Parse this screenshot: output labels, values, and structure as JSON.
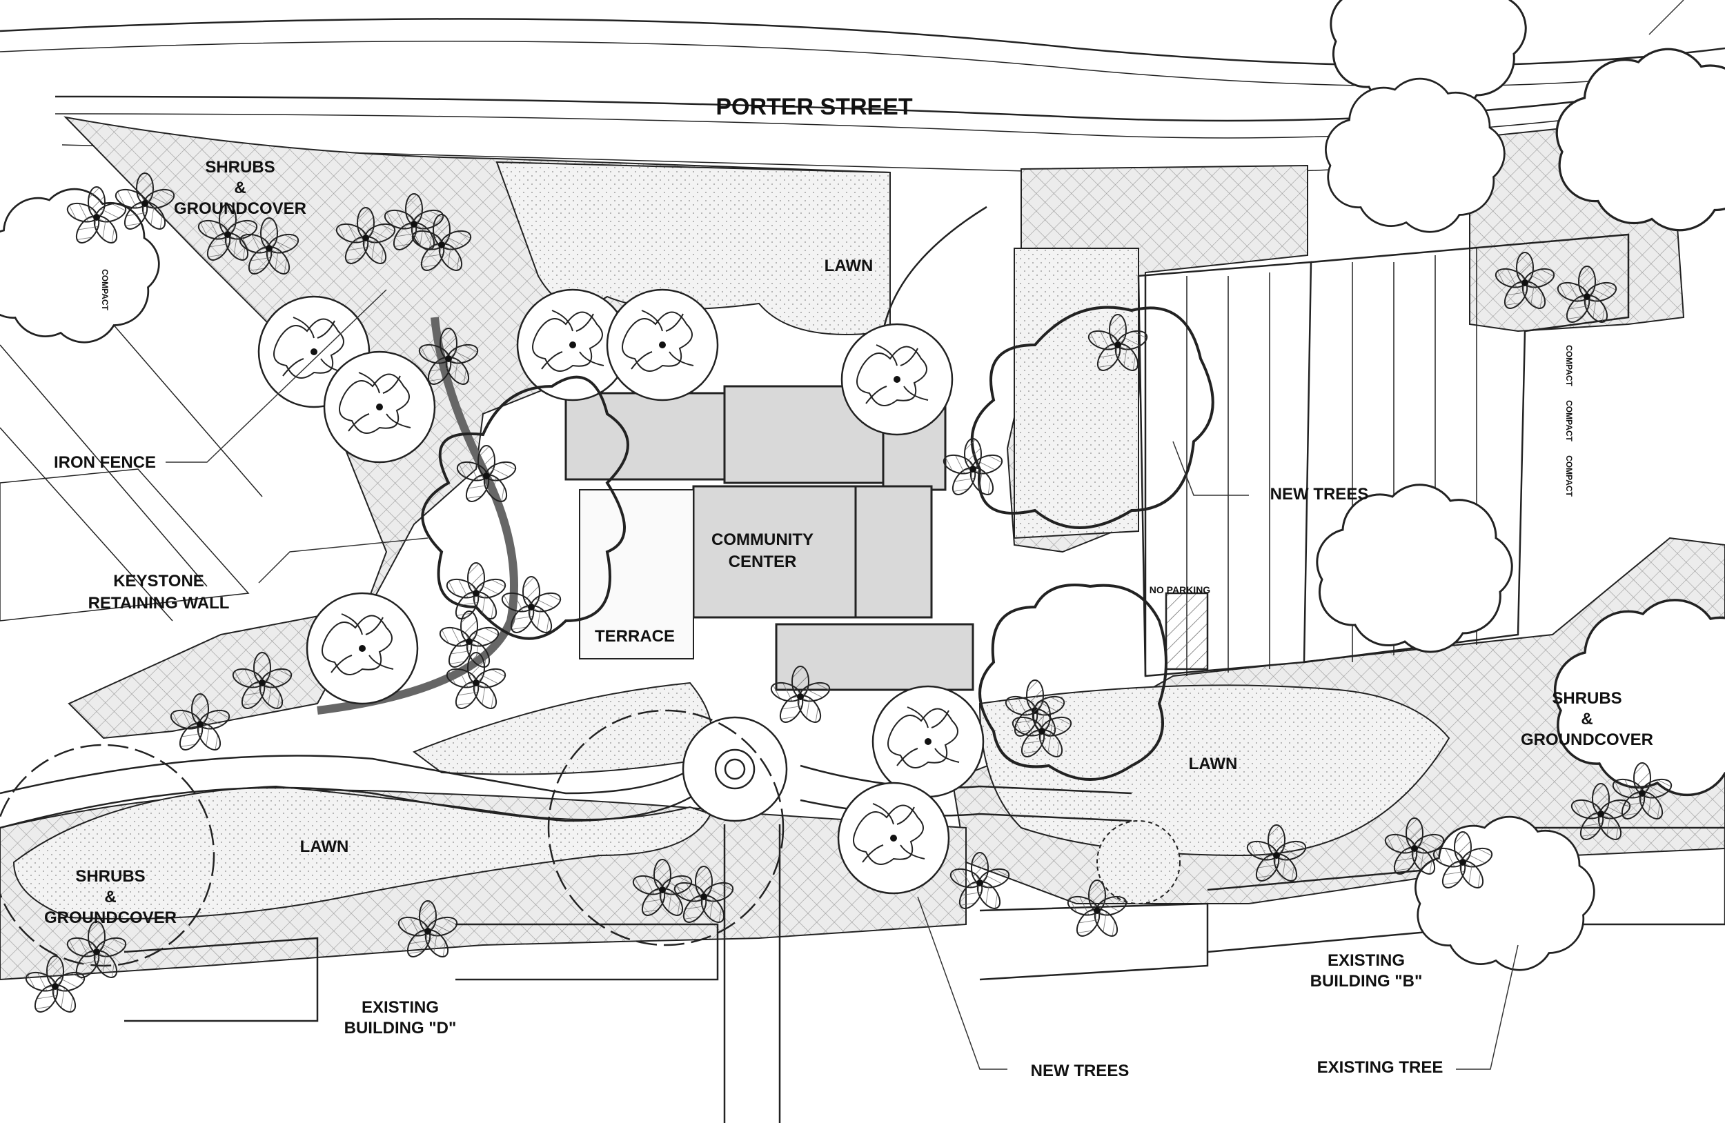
{
  "street": {
    "name": "PORTER STREET"
  },
  "building": {
    "name_line1": "COMMUNITY",
    "name_line2": "CENTER",
    "terrace": "TERRACE"
  },
  "labels": {
    "shrubs_nw": [
      "SHRUBS",
      "&",
      "GROUNDCOVER"
    ],
    "shrubs_sw": [
      "SHRUBS",
      "&",
      "GROUNDCOVER"
    ],
    "shrubs_e": [
      "SHRUBS",
      "&",
      "GROUNDCOVER"
    ],
    "lawn_north": "LAWN",
    "lawn_southwest": "LAWN",
    "lawn_southeast": "LAWN",
    "iron_fence": "IRON FENCE",
    "keystone": [
      "KEYSTONE",
      "RETAINING WALL"
    ],
    "new_trees_east": "NEW TREES",
    "new_trees_south": "NEW TREES",
    "existing_tree": "EXISTING TREE",
    "building_b": [
      "EXISTING",
      "BUILDING \"B\""
    ],
    "building_d": [
      "EXISTING",
      "BUILDING \"D\""
    ],
    "no_parking": "NO PARKING",
    "compact": "COMPACT"
  },
  "colors": {
    "building_fill": "#d9d9d9",
    "paving_fill": "#e8e8e8",
    "line": "#222222"
  }
}
